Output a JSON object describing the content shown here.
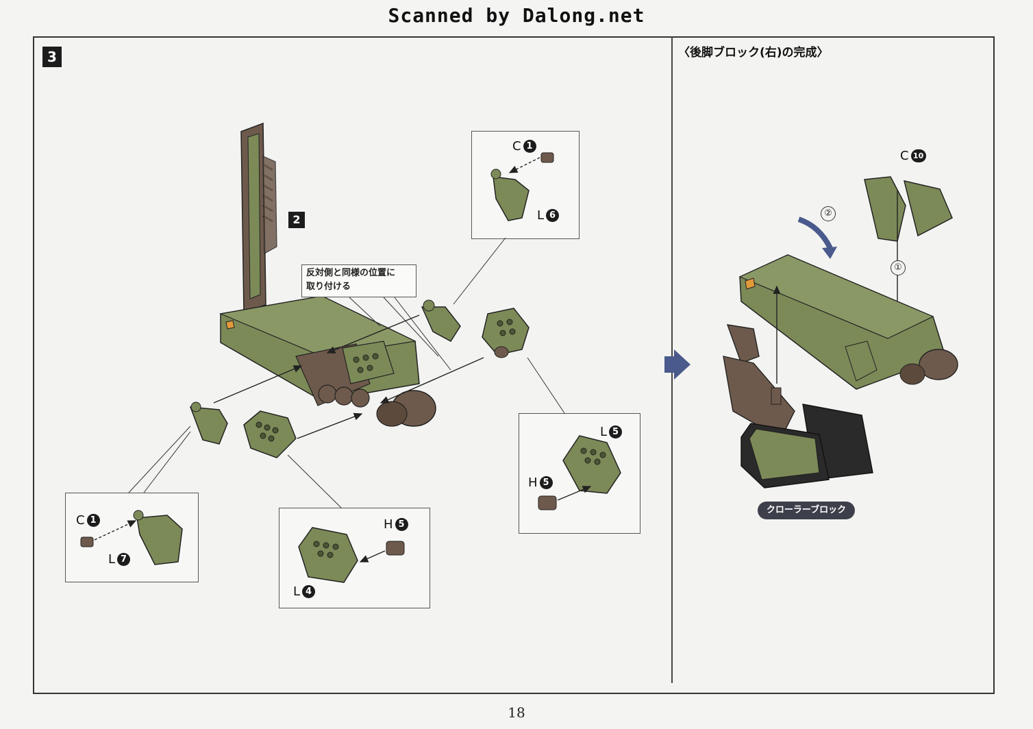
{
  "header": {
    "scan_credit": "Scanned by Dalong.net"
  },
  "step": {
    "number": "3",
    "sub_step": "2"
  },
  "note_text": {
    "line1": "反対側と同様の位置に",
    "line2": "取り付ける"
  },
  "completion": {
    "title": "〈後脚ブロック(右)の完成〉",
    "crawler_label": "クローラーブロック"
  },
  "callouts": {
    "top": {
      "part_a": "C",
      "num_a": "1",
      "part_b": "L",
      "num_b": "6"
    },
    "left": {
      "part_a": "C",
      "num_a": "1",
      "part_b": "L",
      "num_b": "7"
    },
    "middle": {
      "part_a": "H",
      "num_a": "5",
      "part_b": "L",
      "num_b": "4"
    },
    "right": {
      "part_a": "L",
      "num_a": "5",
      "part_b": "H",
      "num_b": "5"
    }
  },
  "assembly": {
    "part": "C",
    "num": "10",
    "step1": "①",
    "step2": "②"
  },
  "footer": {
    "page_number": "18"
  },
  "colors": {
    "olive": "#7c8a58",
    "olive_dark": "#4c5634",
    "brown": "#6e5a4c",
    "track": "#2a2a2a",
    "orange": "#e29a3a"
  }
}
